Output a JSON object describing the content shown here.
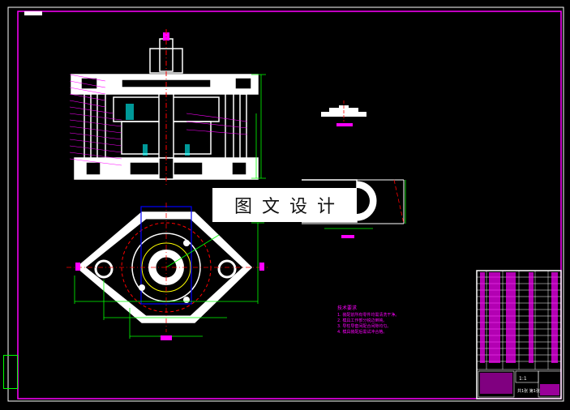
{
  "drawing": {
    "background": "#000000",
    "border_color": "#ff00ff",
    "title_tag_color": "#ff00ff",
    "outline_color": "#ffffff",
    "dimension_color": "#00ff00",
    "center_line_color": "#ff0000",
    "hidden_line_color": "#0000ff",
    "annotation_color": "#ff00ff"
  },
  "watermark": {
    "text": "图文设计"
  },
  "technical_notes": {
    "heading": "技术要求",
    "items": [
      "1. 装配前所有零件均需清洗干净。",
      "2. 模具工作部分锐边倒钝。",
      "3. 导柱导套间配合间隙均匀。",
      "4. 模具装配后需试冲合格。"
    ]
  },
  "title_block": {
    "scale": "1:1",
    "sheet": "共1张 第1张"
  }
}
